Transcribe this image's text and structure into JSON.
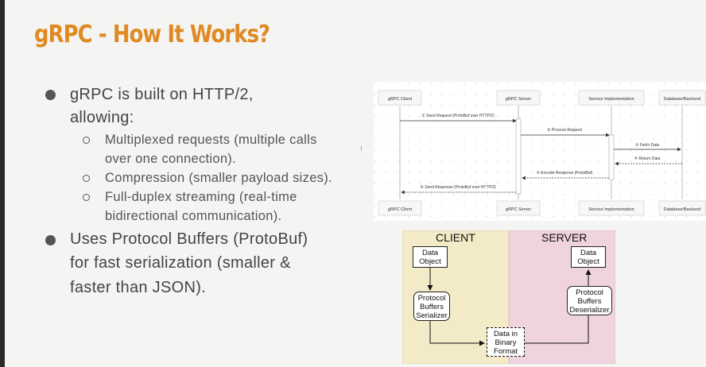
{
  "slide": {
    "title": "gRPC - How It Works?",
    "bullet1": {
      "line1": "gRPC is built on HTTP/2,",
      "line2": "allowing:"
    },
    "sub1": {
      "line1": "Multiplexed requests (multiple calls",
      "line2": "over one connection)."
    },
    "sub2": {
      "line1": "Compression (smaller payload sizes)."
    },
    "sub3": {
      "line1": "Full-duplex streaming (real-time",
      "line2": "bidirectional communication)."
    },
    "bullet2": {
      "line1": "Uses Protocol Buffers (ProtoBuf)",
      "line2": "for fast serialization (smaller &",
      "line3": "faster than JSON)."
    }
  },
  "sequence": {
    "participants": [
      "gRPC Client",
      "gRPC Server",
      "Service Implementation",
      "Database/Backend"
    ],
    "messages": [
      "① Send Request (ProtoBuf over HTTP/2)",
      "② Process Request",
      "③ Fetch Data",
      "④ Return Data",
      "⑤ Encode Response (ProtoBuf)",
      "⑥ Send Response (ProtoBuf over HTTP/2)"
    ]
  },
  "flow": {
    "client_label": "CLIENT",
    "server_label": "SERVER",
    "client_data": "Data\nObject",
    "client_serializer": "Protocol\nBuffers\nSerializer",
    "binary": "Data in\nBinary\nFormat",
    "server_deserializer": "Protocol\nBuffers\nDeserializer",
    "server_data": "Data\nObject",
    "colors": {
      "client_bg": "#f3ebc7",
      "server_bg": "#efd3dd",
      "title": "#e08a23"
    }
  }
}
